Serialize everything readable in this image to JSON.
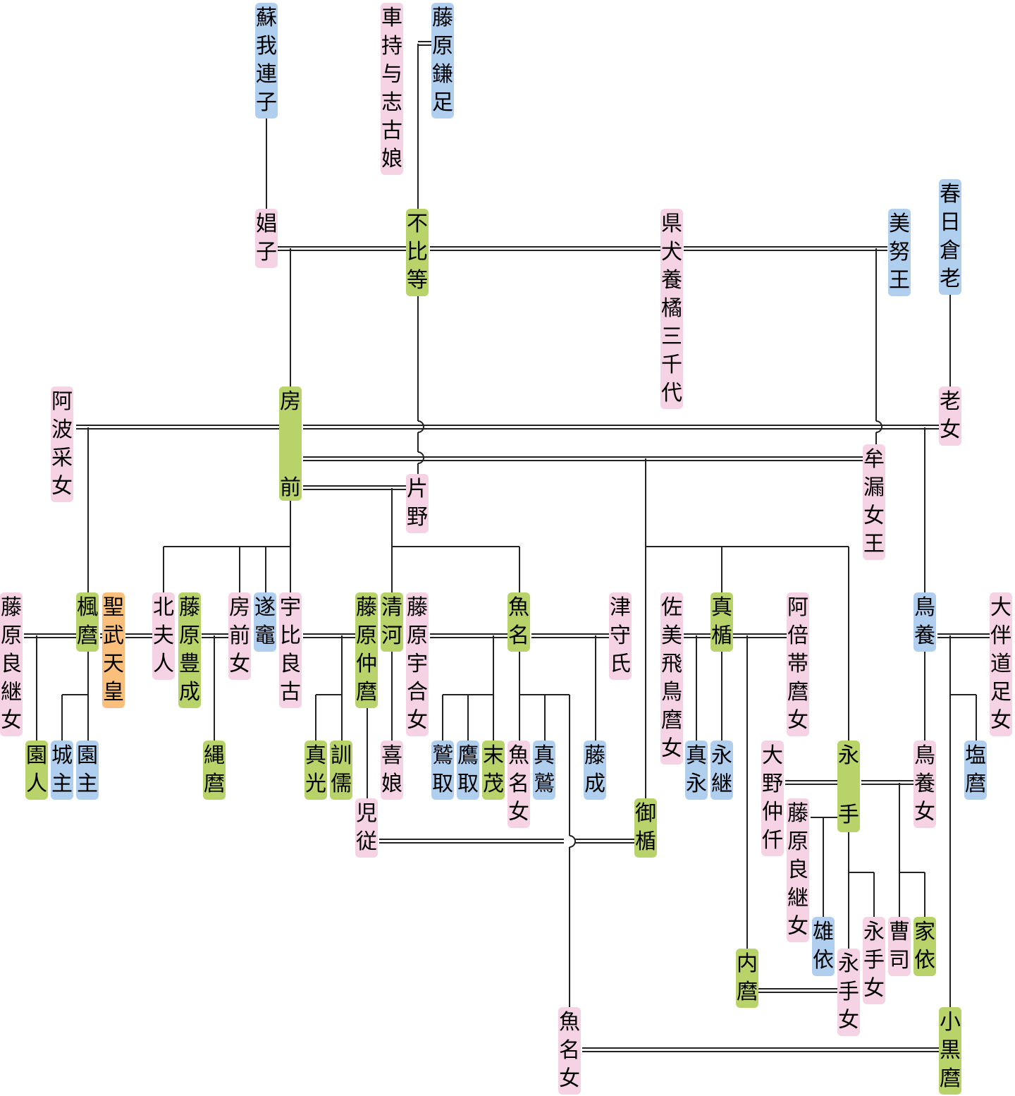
{
  "colors": {
    "male": "#b0cfef",
    "female": "#f5d3e4",
    "heir": "#b8d36a",
    "emperor": "#fbbf7c",
    "line": "#222222"
  },
  "people": {
    "soga_murajiko": {
      "name": "蘇我連子",
      "type": "male"
    },
    "kurumamochi_yoshiko": {
      "name": "車持与志古娘",
      "type": "female"
    },
    "fujiwara_kamatari": {
      "name": "藤原鎌足",
      "type": "male"
    },
    "kasuga_kuraoi": {
      "name": "春日倉老",
      "type": "male"
    },
    "shoshi": {
      "name": "娼子",
      "type": "female"
    },
    "fuhito": {
      "name": "不比等",
      "type": "heir"
    },
    "agata_michiyo": {
      "name": "県犬養橘三千代",
      "type": "female"
    },
    "minu_o": {
      "name": "美努王",
      "type": "male"
    },
    "ahanouneme": {
      "name": "阿波采女",
      "type": "female"
    },
    "fusasaki_top": {
      "name": "房",
      "type": "heir"
    },
    "fusasaki_bottom": {
      "name": "前",
      "type": "heir"
    },
    "oijo": {
      "name": "老女",
      "type": "female"
    },
    "murojo": {
      "name": "牟漏女王",
      "type": "female"
    },
    "katano": {
      "name": "片野",
      "type": "female"
    },
    "fujiwara_yoshitsugu_jo_a": {
      "name": "藤原良継女",
      "type": "female"
    },
    "kaedemaro": {
      "name": "楓麿",
      "type": "heir"
    },
    "shomu": {
      "name": "聖武天皇",
      "type": "emperor"
    },
    "kita_fujin": {
      "name": "北夫人",
      "type": "female"
    },
    "toyonari": {
      "name": "藤原豊成",
      "type": "heir"
    },
    "fusasaki_jo": {
      "name": "房前女",
      "type": "female"
    },
    "sugamaro": {
      "name": "遂竈",
      "type": "male"
    },
    "uhirako": {
      "name": "宇比良古",
      "type": "female"
    },
    "nakamaro": {
      "name": "藤原仲麿",
      "type": "heir"
    },
    "kiyokawa": {
      "name": "清河",
      "type": "heir"
    },
    "umakai_jo": {
      "name": "藤原宇合女",
      "type": "female"
    },
    "uona": {
      "name": "魚名",
      "type": "heir"
    },
    "tsumori": {
      "name": "津守氏",
      "type": "female"
    },
    "sami_asuka": {
      "name": "佐美飛鳥麿女",
      "type": "female"
    },
    "matate": {
      "name": "真楯",
      "type": "heir"
    },
    "abe_obitomaro_jo": {
      "name": "阿倍帯麿女",
      "type": "female"
    },
    "torikai": {
      "name": "鳥養",
      "type": "male"
    },
    "otomo_michitari_jo": {
      "name": "大伴道足女",
      "type": "female"
    },
    "sonondo": {
      "name": "園人",
      "type": "heir"
    },
    "shironushi": {
      "name": "城主",
      "type": "male"
    },
    "sononushi": {
      "name": "園主",
      "type": "male"
    },
    "tadamaro": {
      "name": "縄麿",
      "type": "heir"
    },
    "masaki": {
      "name": "真光",
      "type": "heir"
    },
    "kunju": {
      "name": "訓儒",
      "type": "heir"
    },
    "kijo": {
      "name": "喜娘",
      "type": "female"
    },
    "washitori": {
      "name": "鷲取",
      "type": "male"
    },
    "takatori": {
      "name": "鷹取",
      "type": "male"
    },
    "suemochi": {
      "name": "末茂",
      "type": "heir"
    },
    "uona_jo_a": {
      "name": "魚名女",
      "type": "female"
    },
    "mawashi": {
      "name": "真鷲",
      "type": "male"
    },
    "fujinari": {
      "name": "藤成",
      "type": "male"
    },
    "managa": {
      "name": "真永",
      "type": "male"
    },
    "nagatsugu": {
      "name": "永継",
      "type": "male"
    },
    "oono_nakachi": {
      "name": "大野仲仟",
      "type": "female"
    },
    "nagate_top": {
      "name": "永",
      "type": "heir"
    },
    "nagate_bottom": {
      "name": "手",
      "type": "heir"
    },
    "torikai_jo": {
      "name": "鳥養女",
      "type": "female"
    },
    "shiomaro": {
      "name": "塩麿",
      "type": "male"
    },
    "chigo": {
      "name": "児従",
      "type": "female"
    },
    "mitate": {
      "name": "御楯",
      "type": "heir"
    },
    "fujiwara_yoshitsugu_jo_b": {
      "name": "藤原良継女",
      "type": "female"
    },
    "katsuyori": {
      "name": "雄依",
      "type": "male"
    },
    "nagate_jo_a": {
      "name": "永手女",
      "type": "female"
    },
    "soshi": {
      "name": "曹司",
      "type": "female"
    },
    "ieyori": {
      "name": "家依",
      "type": "heir"
    },
    "uchimaro": {
      "name": "内麿",
      "type": "heir"
    },
    "nagate_jo_b": {
      "name": "永手女",
      "type": "female"
    },
    "uona_jo_b": {
      "name": "魚名女",
      "type": "female"
    },
    "oguromaro": {
      "name": "小黒麿",
      "type": "heir"
    }
  }
}
